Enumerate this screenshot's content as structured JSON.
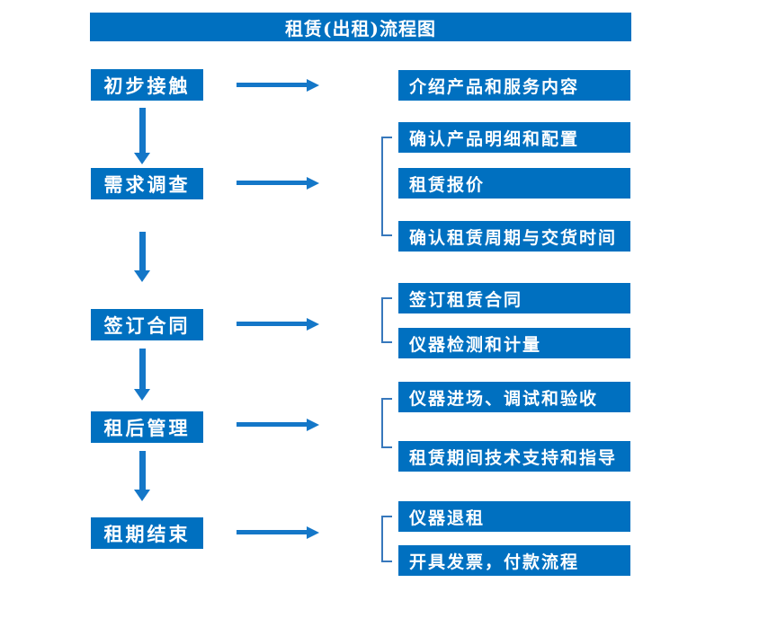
{
  "title": "租赁(出租)流程图",
  "colors": {
    "box_blue": "#0070C0",
    "arrow_blue": "#1477C8",
    "bracket_blue": "#3778BC",
    "text_color": "#FFFFFF"
  },
  "stages": [
    {
      "step": "初步接触",
      "outputs": [
        "介绍产品和服务内容"
      ]
    },
    {
      "step": "需求调查",
      "outputs": [
        "确认产品明细和配置",
        "租赁报价",
        "确认租赁周期与交货时间"
      ]
    },
    {
      "step": "签订合同",
      "outputs": [
        "签订租赁合同",
        "仪器检测和计量"
      ]
    },
    {
      "step": "租后管理",
      "outputs": [
        "仪器进场、调试和验收",
        "租赁期间技术支持和指导"
      ]
    },
    {
      "step": "租期结束",
      "outputs": [
        "仪器退租",
        "开具发票，付款流程"
      ]
    }
  ]
}
